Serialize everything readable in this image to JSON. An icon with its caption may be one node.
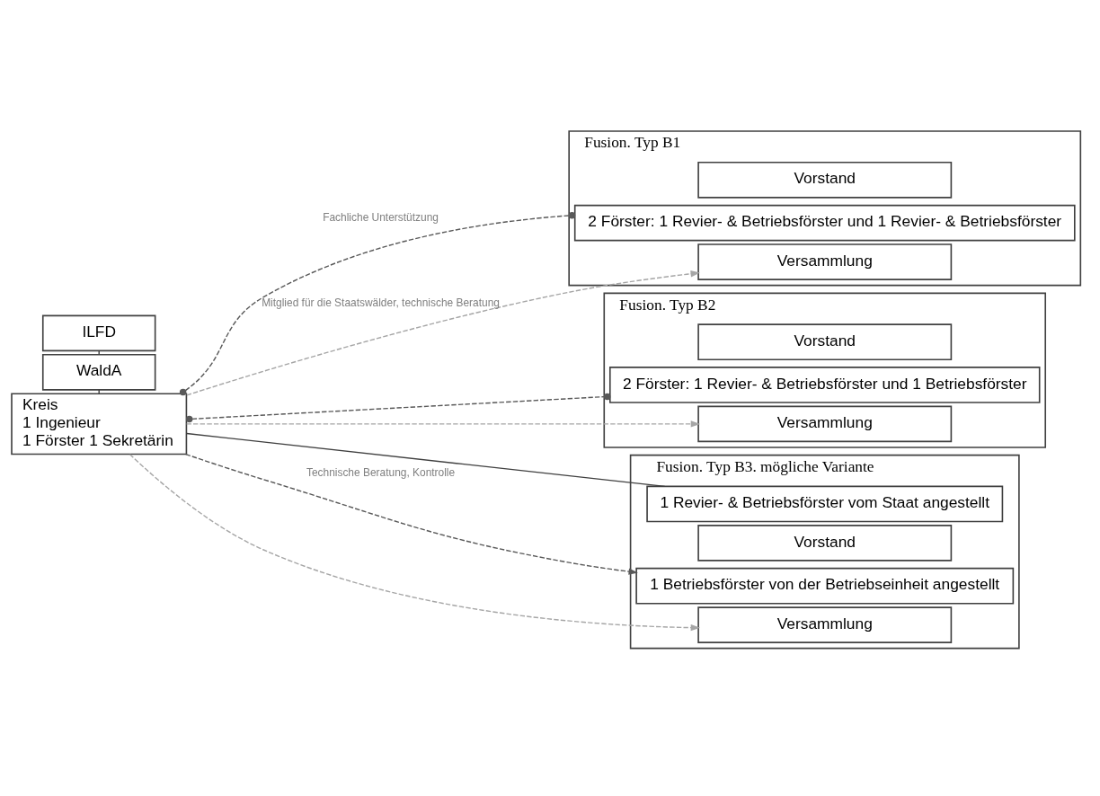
{
  "diagram": {
    "nodes": [
      {
        "text": [
          "ILFD"
        ]
      },
      {
        "text": [
          "WaldA"
        ]
      },
      {
        "text": [
          "Kreis",
          "1 Ingenieur",
          "1 Förster 1 Sekretärin"
        ]
      },
      {
        "text": [
          "Fusion. Typ B1"
        ]
      },
      {
        "text": [
          "Versammlung"
        ],
        "in": 3
      },
      {
        "text": [
          "Vorstand"
        ],
        "in": 3
      },
      {
        "text": [
          "2 Förster: 1 Revier- & Betriebsförster und 1 Revier- & Betriebsförster"
        ],
        "in": 3
      },
      {
        "text": [
          "Fusion. Typ B2"
        ]
      },
      {
        "text": [
          "Versammlung"
        ],
        "in": 7
      },
      {
        "text": [
          "Vorstand"
        ],
        "in": 7
      },
      {
        "text": [
          "2 Förster: 1 Revier- & Betriebsförster und 1 Betriebsförster"
        ],
        "in": 7
      },
      {
        "text": [
          "Fusion. Typ B3. mögliche Variante"
        ]
      },
      {
        "text": [
          "Versammlung"
        ],
        "in": 11
      },
      {
        "text": [
          "Vorstand"
        ],
        "in": 11
      },
      {
        "text": [
          "1 Betriebsförster von der Betriebseinheit angestellt"
        ],
        "in": 11
      },
      {
        "text": [
          "1 Revier- & Betriebsförster vom Staat angestellt"
        ],
        "in": 11
      }
    ],
    "edges": [
      {
        "from": 0,
        "to": 1,
        "arrow": "none"
      },
      {
        "from": 1,
        "to": 2,
        "arrow": "none"
      },
      {
        "from": 2,
        "to": 4,
        "arrow": "to",
        "label": "Mitglied für die Staatswälder, technische Beratung",
        "style": "dashed",
        "color": "#a6a6a6"
      },
      {
        "from": 2,
        "to": 6,
        "arrow": "other",
        "label": "Fachliche Unterstützung",
        "style": "dashed",
        "color": "#595959"
      },
      {
        "from": 2,
        "to": 8,
        "arrow": "to",
        "style": "dashed",
        "color": "#a6a6a6"
      },
      {
        "from": 2,
        "to": 10,
        "arrow": "other",
        "style": "dashed",
        "color": "#595959"
      },
      {
        "from": 2,
        "to": 12,
        "arrow": "to",
        "style": "dashed",
        "color": "#a6a6a6"
      },
      {
        "from": 2,
        "to": 14,
        "arrow": "to",
        "label": "Technische Beratung, Kontrolle",
        "style": "dashed",
        "color": "#595959"
      },
      {
        "from": 2,
        "to": 15,
        "arrow": "none"
      }
    ]
  }
}
